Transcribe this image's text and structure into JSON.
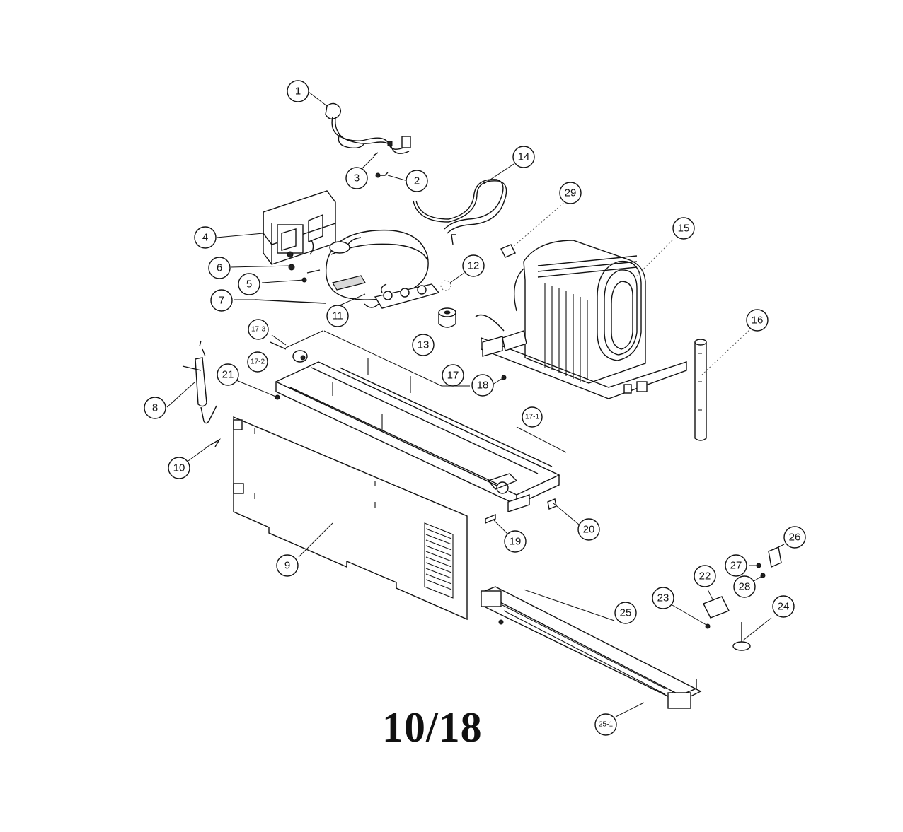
{
  "page_label": "10/18",
  "callouts": {
    "c1": "1",
    "c2": "2",
    "c3": "3",
    "c4": "4",
    "c5": "5",
    "c6": "6",
    "c7": "7",
    "c8": "8",
    "c9": "9",
    "c10": "10",
    "c11": "11",
    "c12": "12",
    "c13": "13",
    "c14": "14",
    "c15": "15",
    "c16": "16",
    "c17": "17",
    "c17_1": "17-1",
    "c17_2": "17-2",
    "c17_3": "17-3",
    "c18": "18",
    "c19": "19",
    "c20": "20",
    "c21": "21",
    "c22": "22",
    "c23": "23",
    "c24": "24",
    "c25": "25",
    "c25_1": "25-1",
    "c26": "26",
    "c27": "27",
    "c28": "28",
    "c29": "29"
  }
}
